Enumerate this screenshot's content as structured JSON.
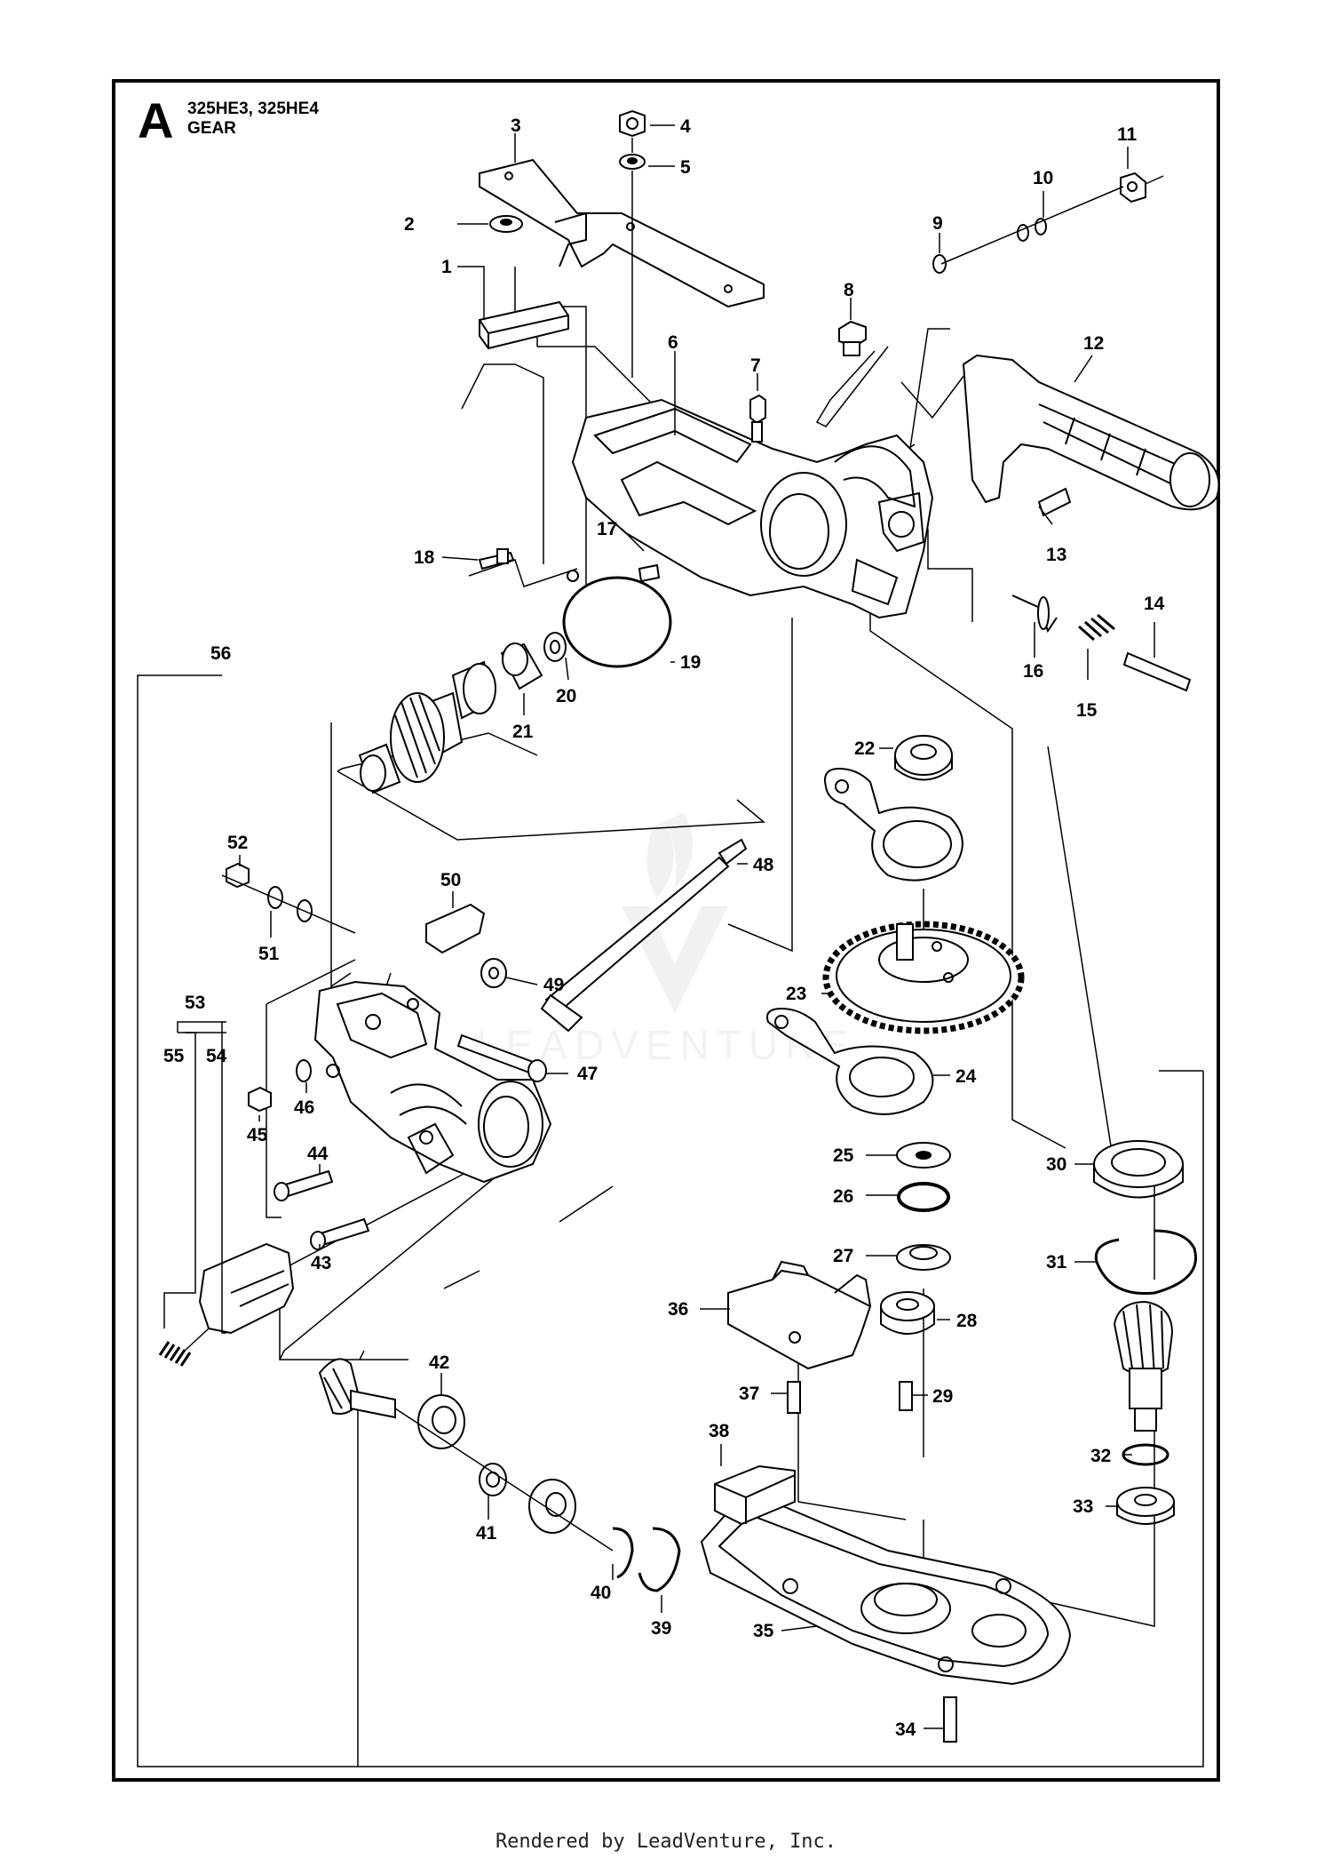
{
  "header": {
    "section_letter": "A",
    "models": "325HE3, 325HE4",
    "group": "GEAR"
  },
  "watermark": "LEADVENTURE",
  "footer": "Rendered by LeadVenture, Inc.",
  "callouts": [
    "1",
    "2",
    "3",
    "4",
    "5",
    "6",
    "7",
    "8",
    "9",
    "10",
    "11",
    "12",
    "13",
    "14",
    "15",
    "16",
    "17",
    "18",
    "19",
    "20",
    "21",
    "22",
    "23",
    "24",
    "25",
    "26",
    "27",
    "28",
    "29",
    "30",
    "31",
    "32",
    "33",
    "34",
    "35",
    "36",
    "37",
    "38",
    "39",
    "40",
    "41",
    "42",
    "43",
    "44",
    "45",
    "46",
    "47",
    "48",
    "49",
    "50",
    "51",
    "52",
    "53",
    "54",
    "55",
    "56"
  ]
}
